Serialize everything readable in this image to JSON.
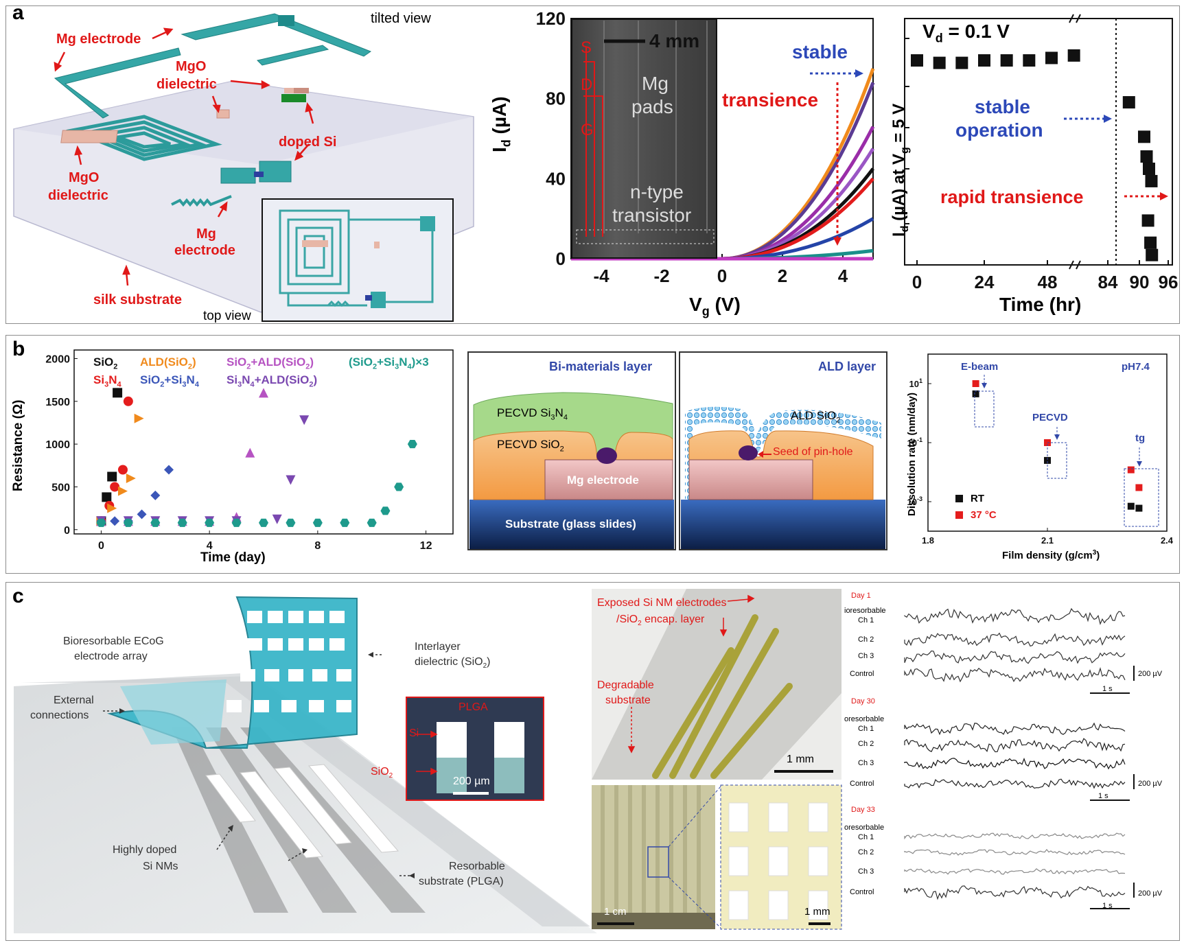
{
  "figure": {
    "panels": [
      "a",
      "b",
      "c"
    ]
  },
  "panel_a": {
    "schematic": {
      "tilted_view": "tilted view",
      "top_view": "top view",
      "mg_electrode_top": "Mg electrode",
      "mgo_dielectric_top_1": "MgO",
      "mgo_dielectric_top_2": "dielectric",
      "doped_si": "doped Si",
      "mgo_dielectric_left_1": "MgO",
      "mgo_dielectric_left_2": "dielectric",
      "mg_electrode_bottom_1": "Mg",
      "mg_electrode_bottom_2": "electrode",
      "silk_substrate": "silk substrate"
    },
    "transfer_plot": {
      "ylabel": "I",
      "ylabel_sub": "d",
      "ylabel_unit": "(µA)",
      "xlabel": "V",
      "xlabel_sub": "g",
      "xlabel_unit": "(V)",
      "inset_scale": "4 mm",
      "inset_mg_pads_1": "Mg",
      "inset_mg_pads_2": "pads",
      "inset_ntype_1": "n-type",
      "inset_ntype_2": "transistor",
      "inset_s": "S",
      "inset_d": "D",
      "inset_g": "G",
      "stable": "stable",
      "transience": "transience"
    },
    "time_plot": {
      "vd_label": "V",
      "vd_sub": "d",
      "vd_value": "= 0.1 V",
      "ylabel": "I",
      "ylabel_sub": "d",
      "ylabel_rest": "(µA) at V",
      "ylabel_sub2": "g",
      "ylabel_end": "= 5 V",
      "xlabel": "Time (hr)",
      "stable_1": "stable",
      "stable_2": "operation",
      "rapid": "rapid transience"
    }
  },
  "panel_b": {
    "resistance_plot": {
      "ylabel": "Resistance (Ω)",
      "xlabel": "Time (day)",
      "legend": {
        "sio2": "SiO",
        "si3n4": "Si",
        "ald": "ALD(SiO",
        "sio2_si3n4": "SiO",
        "sio2_ald": "SiO",
        "si3n4_ald": "Si",
        "stack": "(SiO"
      }
    },
    "cross_sections": {
      "title_left": "Bi-materials layer",
      "title_right": "ALD layer",
      "pecvd_si3n4": "PECVD Si",
      "pecvd_sio2": "PECVD SiO",
      "mg_electrode": "Mg electrode",
      "substrate": "Substrate (glass slides)",
      "ald_sio2": "ALD SiO",
      "seed": "Seed of pin-hole"
    },
    "dissolution_plot": {
      "ylabel": "Dissolution rate (nm/day)",
      "xlabel": "Film density (g/cm",
      "ebeam": "E-beam",
      "pecvd": "PECVD",
      "tg": "tg",
      "ph": "pH7.4",
      "rt": "RT",
      "temp37": "37 °C"
    }
  },
  "panel_c": {
    "schematic": {
      "array_1": "Bioresorbable ECoG",
      "array_2": "electrode array",
      "external_1": "External",
      "external_2": "connections",
      "interlayer_1": "Interlayer",
      "interlayer_2": "dielectric (SiO",
      "doped_1": "Highly doped",
      "doped_2": "Si NMs",
      "resorbable_1": "Resorbable",
      "resorbable_2": "substrate (PLGA)",
      "inset_plga": "PLGA",
      "inset_si": "Si",
      "inset_sio2": "SiO",
      "inset_scale": "200 µm"
    },
    "photos": {
      "exposed_1": "Exposed Si NM electrodes",
      "exposed_2": "/SiO",
      "exposed_3": "encap. layer",
      "degradable_1": "Degradable",
      "degradable_2": "substrate",
      "scale_1mm_top": "1 mm",
      "scale_1cm": "1 cm",
      "scale_1mm_bottom": "1 mm"
    },
    "recordings": {
      "day1": "Day 1",
      "day30": "Day 30",
      "day33": "Day 33",
      "bioresorbable_day1": "ioresorbable",
      "bioresorbable_day30": "oresorbable",
      "bioresorbable_day33": "oresorbable",
      "ch1": "Ch 1",
      "ch2": "Ch 2",
      "ch3": "Ch 3",
      "control": "Control",
      "scale_uv": "200 µV",
      "scale_s": "1 s"
    }
  },
  "chart_data": [
    {
      "type": "line",
      "id": "a-transfer",
      "xlim": [
        -5,
        5
      ],
      "ylim": [
        0,
        120
      ],
      "xticks": [
        "-4",
        "-2",
        "0",
        "2",
        "4"
      ],
      "yticks": [
        "0",
        "40",
        "80",
        "120"
      ],
      "series": [
        {
          "color": "#f08a1c",
          "x": [
            -5,
            0,
            5
          ],
          "y": [
            0,
            0,
            95
          ]
        },
        {
          "color": "#5b3b93",
          "x": [
            -5,
            0,
            5
          ],
          "y": [
            0,
            0,
            88
          ]
        },
        {
          "color": "#9a2da8",
          "x": [
            -5,
            0,
            5
          ],
          "y": [
            0,
            0,
            66
          ]
        },
        {
          "color": "#9a56c4",
          "x": [
            -5,
            0,
            5
          ],
          "y": [
            0,
            0,
            55
          ]
        },
        {
          "color": "#111111",
          "x": [
            -5,
            0,
            5
          ],
          "y": [
            0,
            0,
            45
          ]
        },
        {
          "color": "#e21c1c",
          "x": [
            -5,
            0,
            5
          ],
          "y": [
            0,
            0,
            40
          ]
        },
        {
          "color": "#2444a8",
          "x": [
            -5,
            0,
            5
          ],
          "y": [
            0,
            0,
            20
          ]
        },
        {
          "color": "#1a8f8a",
          "x": [
            -5,
            0,
            5
          ],
          "y": [
            0,
            0,
            4
          ]
        },
        {
          "color": "#c23bc2",
          "x": [
            -5,
            0,
            5
          ],
          "y": [
            0,
            0,
            0
          ]
        }
      ]
    },
    {
      "type": "scatter",
      "id": "a-time",
      "xticks": [
        "0",
        "24",
        "48",
        "84",
        "90",
        "96"
      ],
      "points": [
        {
          "x": 0,
          "y": 0.83
        },
        {
          "x": 8,
          "y": 0.82
        },
        {
          "x": 16,
          "y": 0.82
        },
        {
          "x": 24,
          "y": 0.83
        },
        {
          "x": 32,
          "y": 0.83
        },
        {
          "x": 40,
          "y": 0.83
        },
        {
          "x": 48,
          "y": 0.84
        },
        {
          "x": 56,
          "y": 0.85
        },
        {
          "x": 88,
          "y": 0.66
        },
        {
          "x": 91,
          "y": 0.52
        },
        {
          "x": 91.5,
          "y": 0.44
        },
        {
          "x": 92,
          "y": 0.39
        },
        {
          "x": 92.5,
          "y": 0.34
        },
        {
          "x": 91.8,
          "y": 0.18
        },
        {
          "x": 92.3,
          "y": 0.09
        },
        {
          "x": 92.6,
          "y": 0.04
        }
      ]
    },
    {
      "type": "scatter",
      "id": "b-resistance",
      "xlim": [
        -1,
        13
      ],
      "ylim": [
        -50,
        2100
      ],
      "xticks": [
        "0",
        "4",
        "8",
        "12"
      ],
      "yticks": [
        "0",
        "500",
        "1000",
        "1500",
        "2000"
      ],
      "series": [
        {
          "name": "SiO2",
          "color": "#111111",
          "marker": "square",
          "x": [
            0,
            0.2,
            0.4,
            0.6
          ],
          "y": [
            100,
            380,
            620,
            1600
          ]
        },
        {
          "name": "Si3N4",
          "color": "#e41d1d",
          "marker": "circle",
          "x": [
            0,
            0.3,
            0.5,
            0.8,
            1.0
          ],
          "y": [
            100,
            280,
            500,
            700,
            1500
          ]
        },
        {
          "name": "ALD(SiO2)",
          "color": "#f08a1c",
          "marker": "triangle-right",
          "x": [
            0,
            0.4,
            0.8,
            1.1,
            1.4
          ],
          "y": [
            100,
            250,
            450,
            600,
            1300
          ]
        },
        {
          "name": "SiO2+Si3N4",
          "color": "#3b56b8",
          "marker": "diamond",
          "x": [
            0,
            0.5,
            1.0,
            1.5,
            2.0,
            2.5
          ],
          "y": [
            100,
            100,
            100,
            180,
            400,
            700
          ]
        },
        {
          "name": "SiO2+ALD(SiO2)",
          "color": "#b653c2",
          "marker": "triangle-up",
          "x": [
            0,
            1,
            2,
            3,
            4,
            5,
            5.5,
            6
          ],
          "y": [
            100,
            100,
            100,
            100,
            100,
            150,
            900,
            1600
          ]
        },
        {
          "name": "Si3N4+ALD(SiO2)",
          "color": "#7a48b0",
          "marker": "triangle-down",
          "x": [
            0,
            1,
            2,
            3,
            4,
            5,
            6.5,
            7,
            7.5
          ],
          "y": [
            100,
            100,
            100,
            100,
            100,
            100,
            120,
            580,
            1280
          ]
        },
        {
          "name": "(SiO2+Si3N4)x3",
          "color": "#1e9a8c",
          "marker": "hexagon",
          "x": [
            0,
            1,
            2,
            3,
            4,
            5,
            6,
            7,
            8,
            9,
            10,
            10.5,
            11,
            11.5
          ],
          "y": [
            80,
            80,
            80,
            80,
            80,
            80,
            80,
            80,
            80,
            80,
            80,
            220,
            500,
            1000
          ]
        }
      ]
    },
    {
      "type": "scatter",
      "id": "b-dissolution",
      "xlim": [
        1.8,
        2.4
      ],
      "ylog": true,
      "xticks": [
        "1.8",
        "2.1",
        "2.4"
      ],
      "yticks": [
        "10^-3",
        "10^-1",
        "10^1"
      ],
      "series": [
        {
          "name": "RT",
          "color": "#111111",
          "x": [
            1.92,
            2.1,
            2.31,
            2.33
          ],
          "y": [
            4.5,
            0.025,
            0.0007,
            0.0006
          ]
        },
        {
          "name": "37 °C",
          "color": "#e41d1d",
          "x": [
            1.92,
            2.1,
            2.31,
            2.33
          ],
          "y": [
            10,
            0.1,
            0.012,
            0.003
          ]
        }
      ]
    }
  ]
}
